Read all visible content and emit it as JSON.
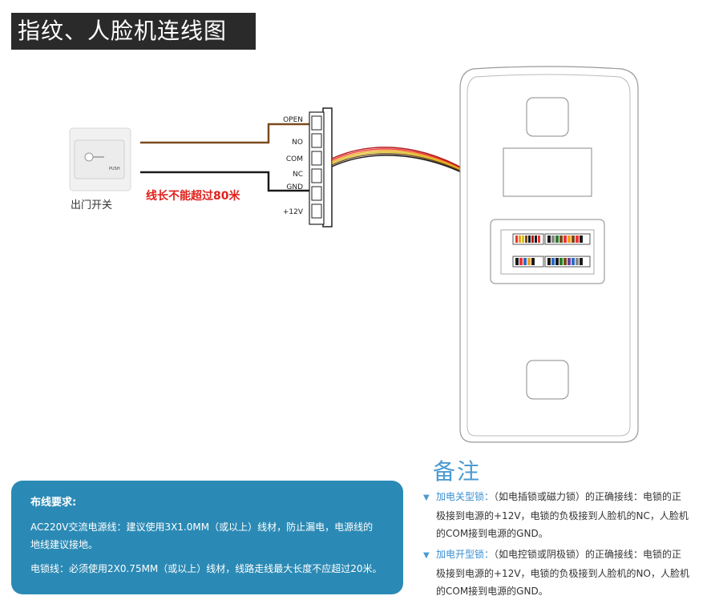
{
  "title": "指纹、人脸机连线图",
  "exit_switch": {
    "caption": "出门开关",
    "button_text": "PUSH"
  },
  "length_note": "线长不能超过80米",
  "terminal_labels": [
    "OPEN",
    "NO",
    "COM",
    "NC",
    "GND",
    "+12V"
  ],
  "requirements": {
    "title": "布线要求:",
    "line1a": "AC220V交流电源线：建议使用3X1.0MM（或以上）线材，防止漏电，电源线的",
    "line1b": "地线建议接地。",
    "line2": "电锁线：必须使用2X0.75MM（或以上）线材，线路走线最大长度不应超过20米。"
  },
  "notes": {
    "title": "备注",
    "item1": {
      "head": "加电关型锁：",
      "line_a": "（如电插锁或磁力锁）的正确接线：电锁的正",
      "line_b": "极接到电源的+12V，电锁的负极接到人脸机的NC，人脸机",
      "line_c": "的COM接到电源的GND。"
    },
    "item2": {
      "head": "加电开型锁：",
      "line_a": "（如电控锁或阴极锁）的正确接线：电锁的正",
      "line_b": "极接到电源的+12V，电锁的负极接到人脸机的NO，人脸机",
      "line_c": "的COM接到电源的GND。"
    }
  },
  "colors": {
    "wire_brown": "#7a4a1e",
    "wire_black": "#1a1a1a",
    "note_red": "#e0201b",
    "box_blue": "#2b8ab5",
    "accent_blue": "#4b9ad1"
  }
}
